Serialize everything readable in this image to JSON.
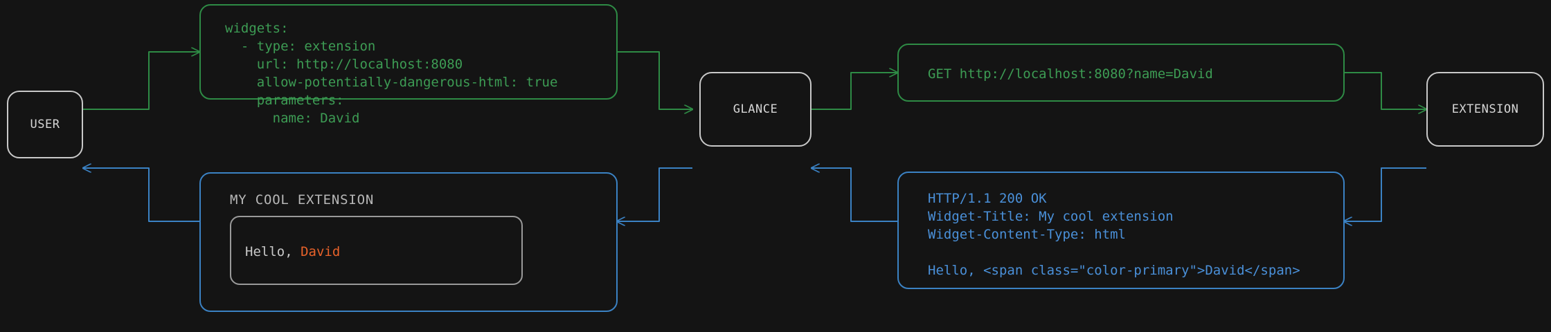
{
  "theme": {
    "background": "#141414",
    "node_border": "#c9c9c9",
    "node_text": "#d6d6d6",
    "request_green": "#2e8b45",
    "request_green_text": "#3d9c54",
    "response_blue": "#3b82c4",
    "response_blue_text": "#4a90d9",
    "accent_orange": "#e8622a",
    "widget_text": "#c8c8c8",
    "widget_title_text": "#b8b8b8"
  },
  "nodes": {
    "user": {
      "label": "USER"
    },
    "glance": {
      "label": "GLANCE"
    },
    "extension": {
      "label": "EXTENSION"
    }
  },
  "panels": {
    "yaml_config": {
      "flow": "request",
      "color": "#2e8b45",
      "lines": [
        "widgets:",
        "  - type: extension",
        "    url: http://localhost:8080",
        "    allow-potentially-dangerous-html: true",
        "    parameters:",
        "      name: David"
      ],
      "text": "widgets:\n  - type: extension\n    url: http://localhost:8080\n    allow-potentially-dangerous-html: true\n    parameters:\n      name: David"
    },
    "http_request": {
      "flow": "request",
      "color": "#2e8b45",
      "lines": [
        "GET http://localhost:8080?name=David"
      ],
      "text": "GET http://localhost:8080?name=David"
    },
    "http_response": {
      "flow": "response",
      "color": "#3b82c4",
      "lines": [
        "HTTP/1.1 200 OK",
        "Widget-Title: My cool extension",
        "Widget-Content-Type: html",
        "",
        "Hello, <span class=\"color-primary\">David</span>"
      ],
      "text": "HTTP/1.1 200 OK\nWidget-Title: My cool extension\nWidget-Content-Type: html\n\nHello, <span class=\"color-primary\">David</span>"
    },
    "rendered_widget": {
      "flow": "response",
      "color": "#3b82c4",
      "title": "MY COOL EXTENSION",
      "greeting_prefix": "Hello, ",
      "greeting_name": "David"
    }
  },
  "edges": [
    {
      "name": "user-to-yaml",
      "flow": "request",
      "from": "user",
      "to": "yaml_config"
    },
    {
      "name": "yaml-to-glance",
      "flow": "request",
      "from": "yaml_config",
      "to": "glance"
    },
    {
      "name": "glance-to-http-request",
      "flow": "request",
      "from": "glance",
      "to": "http_request"
    },
    {
      "name": "http-request-to-extension",
      "flow": "request",
      "from": "http_request",
      "to": "extension"
    },
    {
      "name": "extension-to-http-response",
      "flow": "response",
      "from": "extension",
      "to": "http_response"
    },
    {
      "name": "http-response-to-glance",
      "flow": "response",
      "from": "http_response",
      "to": "glance"
    },
    {
      "name": "glance-to-rendered-widget",
      "flow": "response",
      "from": "glance",
      "to": "rendered_widget"
    },
    {
      "name": "rendered-widget-to-user",
      "flow": "response",
      "from": "rendered_widget",
      "to": "user"
    }
  ]
}
